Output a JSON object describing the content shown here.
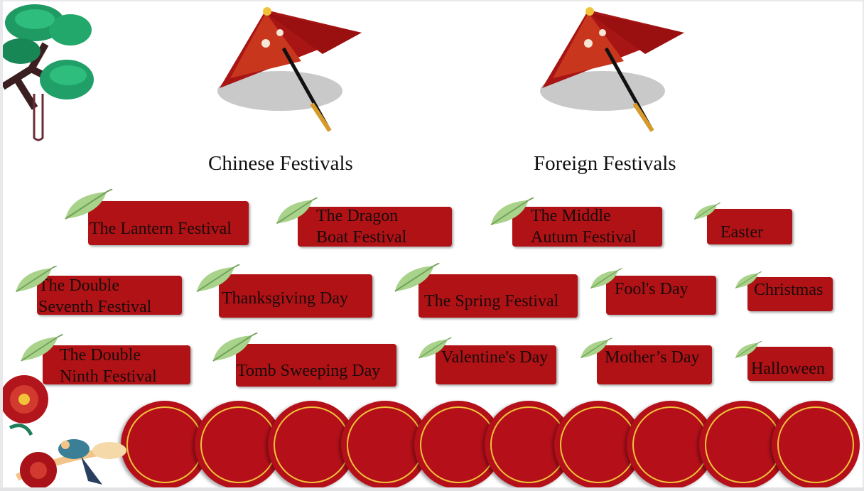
{
  "headings": {
    "chinese": "Chinese Festivals",
    "foreign": "Foreign Festivals"
  },
  "festivals": [
    "The Lantern Festival",
    "The Dragon\nBoat Festival",
    "The  Middle\nAutum Festival",
    "Easter",
    "The Double\nSeventh Festival",
    "Thanksgiving  Day",
    "The Spring Festival",
    "Fool's Day",
    "Christmas",
    "The Double\nNinth Festival",
    "Tomb Sweeping Day",
    "Valentine's Day",
    "Mother’s Day",
    "Halloween"
  ],
  "decorations": {
    "umbrellas": [
      "umbrella-icon",
      "umbrella-icon"
    ],
    "tree": "pine-tree-icon",
    "flowers": "peony-bird-icon",
    "leaf": "leaf-icon",
    "circle_count": 10
  },
  "colors": {
    "card_red": "#b01216",
    "circle_red": "#b5101a",
    "ring_gold": "#f0c33a",
    "leaf_green": "#a9d28a"
  }
}
